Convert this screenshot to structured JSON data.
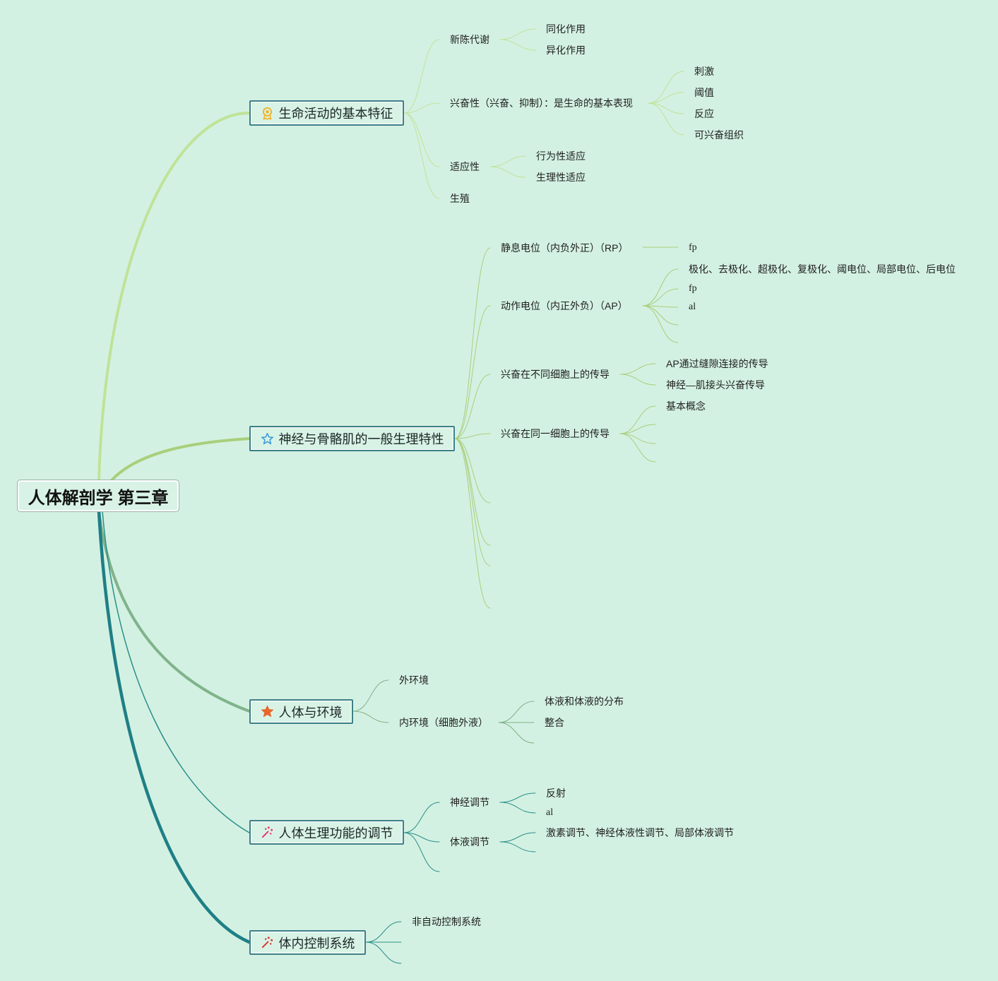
{
  "canvas": {
    "background": "#d3f1e2"
  },
  "root": {
    "label": "人体解剖学 第三章"
  },
  "branches": [
    {
      "label": "生命活动的基本特征",
      "icon": "award-icon",
      "icon_color": "#f0b429",
      "color": "#bfe398",
      "children": [
        {
          "label": "新陈代谢",
          "children": [
            {
              "label": "同化作用"
            },
            {
              "label": "异化作用"
            }
          ]
        },
        {
          "label": "兴奋性（兴奋、抑制）：是生命的基本表现",
          "children": [
            {
              "label": "刺激"
            },
            {
              "label": "阈值"
            },
            {
              "label": "反应"
            },
            {
              "label": "可兴奋组织"
            }
          ]
        },
        {
          "label": "适应性",
          "children": [
            {
              "label": "行为性适应"
            },
            {
              "label": "生理性适应"
            }
          ]
        },
        {
          "label": "生殖"
        }
      ]
    },
    {
      "label": "神经与骨骼肌的一般生理特性",
      "icon": "star-outline-icon",
      "icon_color": "#3b9ad9",
      "color": "#a8cf7b",
      "children": [
        {
          "label": "静息电位（内负外正）（RP）",
          "children": [
            {
              "label": "fp"
            }
          ]
        },
        {
          "label": "动作电位（内正外负）（AP）",
          "children": [
            {
              "label": "极化、去极化、超极化、复极化、阈电位、局部电位、后电位"
            },
            {
              "label": "fp"
            },
            {
              "label": "al"
            }
          ]
        },
        {
          "label": "兴奋在不同细胞上的传导",
          "children": [
            {
              "label": "AP通过缝隙连接的传导"
            },
            {
              "label": "神经—肌接头兴奋传导"
            }
          ]
        },
        {
          "label": "兴奋在同一细胞上的传导",
          "children": [
            {
              "label": "基本概念"
            }
          ]
        }
      ]
    },
    {
      "label": "人体与环境",
      "icon": "star-filled-icon",
      "icon_color": "#e8652b",
      "color": "#80b38b",
      "children": [
        {
          "label": "外环境"
        },
        {
          "label": "内环境（细胞外液）",
          "children": [
            {
              "label": "体液和体液的分布"
            },
            {
              "label": "整合"
            }
          ]
        }
      ]
    },
    {
      "label": "人体生理功能的调节",
      "icon": "magic-wand-icon",
      "icon_color": "#e8336f",
      "color": "#2b8f8b",
      "children": [
        {
          "label": "神经调节",
          "children": [
            {
              "label": "反射"
            },
            {
              "label": "al"
            }
          ]
        },
        {
          "label": "体液调节",
          "children": [
            {
              "label": "激素调节、神经体液性调节、局部体液调节"
            }
          ]
        }
      ]
    },
    {
      "label": "体内控制系统",
      "icon": "magic-wand-icon",
      "icon_color": "#d9342b",
      "color": "#1f7f86",
      "children": [
        {
          "label": "非自动控制系统"
        }
      ]
    }
  ]
}
